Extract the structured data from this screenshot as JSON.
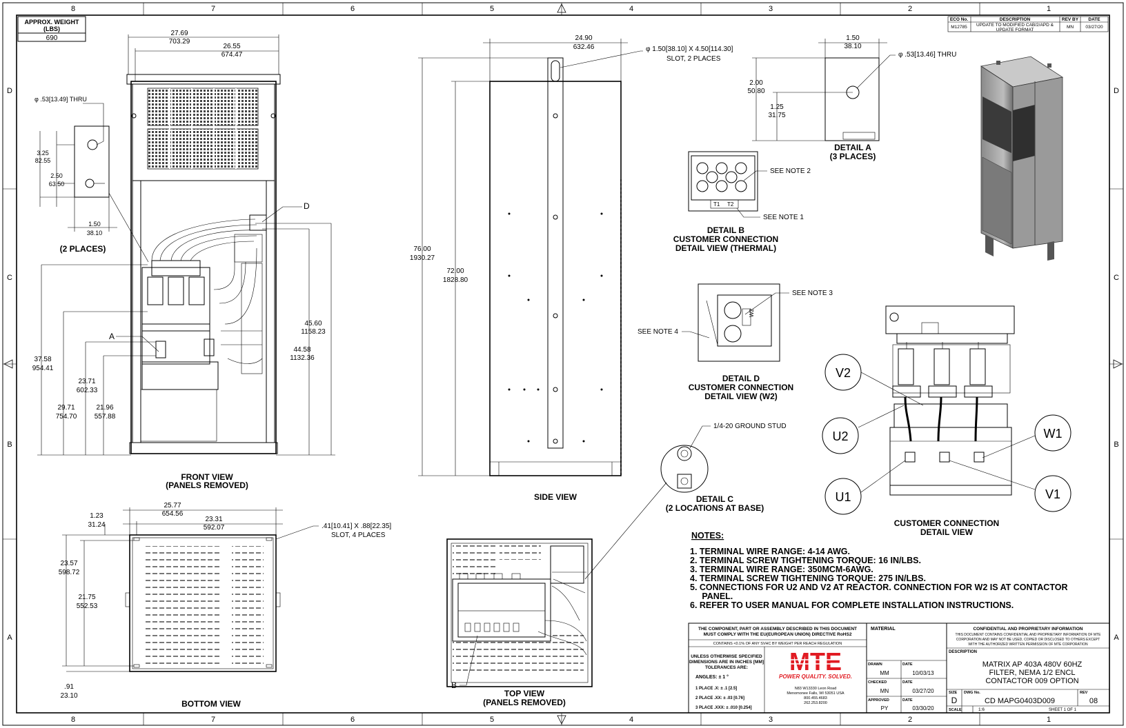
{
  "border": {
    "columns": [
      "8",
      "7",
      "6",
      "5",
      "4",
      "3",
      "2",
      "1"
    ],
    "rows": [
      "D",
      "C",
      "B",
      "A"
    ]
  },
  "weight": {
    "header": "APPROX. WEIGHT (LBS)",
    "value": "690"
  },
  "revision_block": {
    "headers": [
      "ECO No.",
      "DESCRIPTION",
      "REV BY",
      "DATE"
    ],
    "eco": "M12785",
    "description_line1": "UPDATE TO MODIFIED CAB/2/APD &",
    "description_line2": "UPDATE FORMAT",
    "rev_by": "MN",
    "date": "03/27/20"
  },
  "front_view": {
    "title": "FRONT VIEW",
    "subtitle": "(PANELS REMOVED)",
    "dim_width_outer": "27.69",
    "dim_width_outer_mm": "703.29",
    "dim_width_inner": "26.55",
    "dim_width_inner_mm": "674.47",
    "hole_note": "φ .53[13.49] THRU",
    "dim_325": "3.25",
    "dim_325_mm": "82.55",
    "dim_250": "2.50",
    "dim_250_mm": "63.50",
    "dim_150": "1.50",
    "dim_150_mm": "38.10",
    "places": "(2 PLACES)",
    "dim_3758": "37.58",
    "dim_3758_mm": "954.41",
    "dim_2971": "29.71",
    "dim_2971_mm": "754.70",
    "dim_2371": "23.71",
    "dim_2371_mm": "602.33",
    "dim_2196": "21.96",
    "dim_2196_mm": "557.88",
    "dim_4560": "45.60",
    "dim_4560_mm": "1158.23",
    "dim_4458": "44.58",
    "dim_4458_mm": "1132.36",
    "label_a": "A",
    "label_d": "D"
  },
  "side_view": {
    "title": "SIDE VIEW",
    "dim_depth": "24.90",
    "dim_depth_mm": "632.46",
    "slot_note_line1": "φ 1.50[38.10] X 4.50[114.30]",
    "slot_note_line2": "SLOT, 2 PLACES",
    "dim_76": "76.00",
    "dim_76_mm": "1930.27",
    "dim_72": "72.00",
    "dim_72_mm": "1828.80"
  },
  "detail_a": {
    "title": "DETAIL A",
    "subtitle": "(3 PLACES)",
    "dim_150": "1.50",
    "dim_150_mm": "38.10",
    "hole_note": "φ .53[13.46] THRU",
    "dim_200": "2.00",
    "dim_200_mm": "50.80",
    "dim_125": "1.25",
    "dim_125_mm": "31.75"
  },
  "detail_b": {
    "line1": "DETAIL B",
    "line2": "CUSTOMER CONNECTION",
    "line3": "DETAIL VIEW (THERMAL)",
    "note2": "SEE NOTE 2",
    "note1": "SEE NOTE 1",
    "t1": "T1",
    "t2": "T2"
  },
  "detail_d": {
    "line1": "DETAIL D",
    "line2": "CUSTOMER CONNECTION",
    "line3": "DETAIL VIEW (W2)",
    "note3": "SEE NOTE 3",
    "note4": "SEE NOTE 4",
    "w2": "W2"
  },
  "detail_c": {
    "line1": "DETAIL C",
    "line2": "(2 LOCATIONS AT BASE)",
    "stud": "1/4-20 GROUND STUD"
  },
  "customer_connection": {
    "line1": "CUSTOMER CONNECTION",
    "line2": "DETAIL VIEW",
    "v2": "V2",
    "u2": "U2",
    "w1": "W1",
    "u1": "U1",
    "v1": "V1"
  },
  "bottom_view": {
    "title": "BOTTOM VIEW",
    "dim_2577": "25.77",
    "dim_2577_mm": "654.56",
    "dim_123": "1.23",
    "dim_123_mm": "31.24",
    "dim_2331": "23.31",
    "dim_2331_mm": "592.07",
    "slot_line1": ".41[10.41] X .88[22.35]",
    "slot_line2": "SLOT, 4 PLACES",
    "dim_2357": "23.57",
    "dim_2357_mm": "598.72",
    "dim_2175": "21.75",
    "dim_2175_mm": "552.53",
    "dim_091": ".91",
    "dim_091_mm": "23.10"
  },
  "top_view": {
    "title": "TOP VIEW",
    "subtitle": "(PANELS REMOVED)",
    "label_b": "B"
  },
  "notes": {
    "heading": "NOTES:",
    "items": [
      "1.  TERMINAL WIRE RANGE: 4-14 AWG.",
      "2.  TERMINAL SCREW TIGHTENING TORQUE: 16 IN/LBS.",
      "3.  TERMINAL WIRE RANGE: 350MCM-6AWG.",
      "4.  TERMINAL SCREW TIGHTENING TORQUE: 275 IN/LBS.",
      "5.  CONNECTIONS FOR U2 AND V2 AT REACTOR. CONNECTION FOR W2 IS AT CONTACTOR",
      "     PANEL.",
      "6.  REFER TO USER MANUAL FOR COMPLETE INSTALLATION INSTRUCTIONS."
    ]
  },
  "title_block": {
    "rohs_line1": "THE COMPONENT, PART OR ASSEMBLY DESCRIBED IN THIS DOCUMENT",
    "rohs_line2": "MUST COMPLY WITH THE EU(EUROPEAN UNION) DIRECTIVE RoHS2",
    "reach": "CONTAINS <0.1% OF ANY SVHC BY WEIGHT PER REACH REGULATION",
    "material": "MATERIAL",
    "tol_line1": "UNLESS OTHERWISE SPECIFIED",
    "tol_line2": "DIMENSIONS ARE IN INCHES [MM]",
    "tol_line3": "TOLERANCES ARE:",
    "angles": "ANGLES: ± 1 °",
    "place1": "1 PLACE .X: ± .1 [2.5]",
    "place2": "2 PLACE .XX: ± .03 [0.76]",
    "place3": "3 PLACE .XXX: ± .010 [0.254]",
    "logo": "MTE",
    "tagline": "POWER QUALITY. SOLVED.",
    "address1": "N83 W13330 Leon Road",
    "address2": "Menomonee Falls, WI 53051 USA",
    "address3": "800.455.4683",
    "address4": "262.253.8200",
    "drawn_label": "DRAWN",
    "drawn_by": "MM",
    "drawn_date": "10/03/13",
    "checked_label": "CHECKED",
    "checked_by": "MN",
    "checked_date": "03/27/20",
    "approved_label": "APPROVED",
    "approved_by": "PY",
    "approved_date": "03/30/20",
    "date_label": "DATE",
    "conf_title": "CONFIDENTIAL AND PROPRIETARY INFORMATION",
    "conf_line1": "THIS DOCUMENT CONTAINS CONFIDENTIAL AND PROPRIETARY INFORMATION OF MTE",
    "conf_line2": "CORPORATION AND MAY NOT BE USED, COPIED OR DISCLOSED TO OTHERS EXCEPT",
    "conf_line3": "WITH THE AUTHORIZED WRITTEN PERMISSION OF MTE CORPORATION",
    "description_label": "DESCRIPTION",
    "desc_line1": "MATRIX AP 403A 480V 60HZ",
    "desc_line2": "FILTER, NEMA 1/2 ENCL",
    "desc_line3": "CONTACTOR 009 OPTION",
    "size_label": "SIZE",
    "size": "D",
    "dwg_label": "DWG No.",
    "dwg_no": "CD MAPG0403D009",
    "rev_label": "REV",
    "rev": "08",
    "scale_label": "SCALE",
    "scale": "1:6",
    "sheet": "SHEET 1  OF 1"
  }
}
